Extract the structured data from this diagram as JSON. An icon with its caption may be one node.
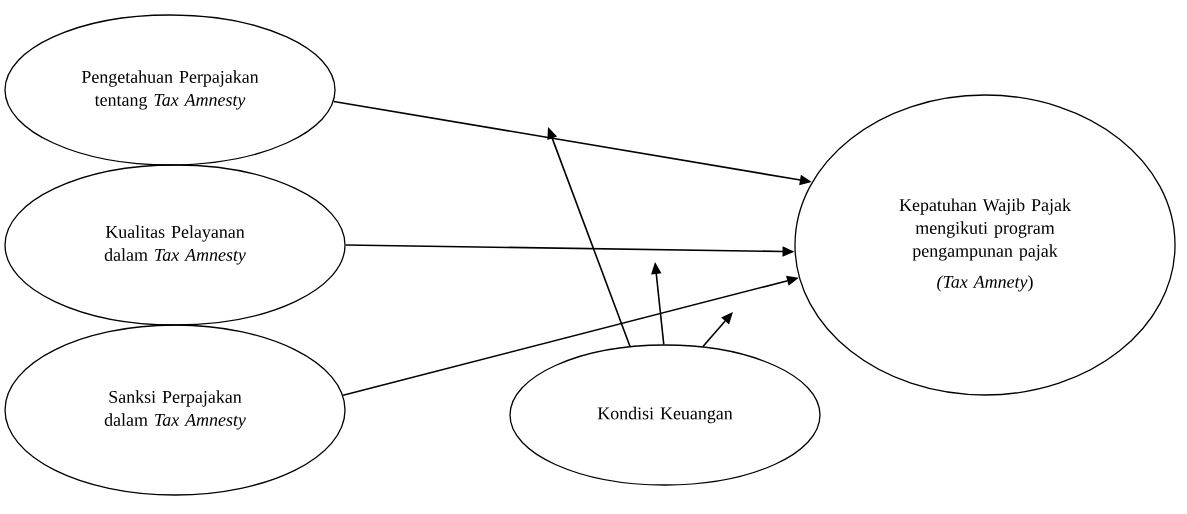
{
  "diagram": {
    "nodes": [
      {
        "text": [
          "Pengetahuan Perpajakan tentang *Tax Amnesty*"
        ]
      },
      {
        "text": [
          "Kualitas Pelayanan dalam *Tax Amnesty*"
        ]
      },
      {
        "text": [
          "Sanksi Perpajakan dalam *Tax Amnesty*"
        ]
      },
      {
        "text": [
          "Kepatuhan Wajib Pajak mengikuti program pengampunan pajak",
          "*(Tax Amnety*)"
        ]
      },
      {
        "text": [
          "Kondisi Keuangan"
        ]
      }
    ],
    "edges": [
      {
        "from": 0,
        "to": 3,
        "arrow": "to"
      },
      {
        "from": 1,
        "to": 3,
        "arrow": "to"
      },
      {
        "from": 2,
        "to": 3,
        "arrow": "to"
      },
      {
        "from": 4,
        "to": null,
        "arrow": "to"
      },
      {
        "from": 4,
        "to": null,
        "arrow": "to"
      },
      {
        "from": 4,
        "to": null,
        "arrow": "to"
      }
    ]
  }
}
